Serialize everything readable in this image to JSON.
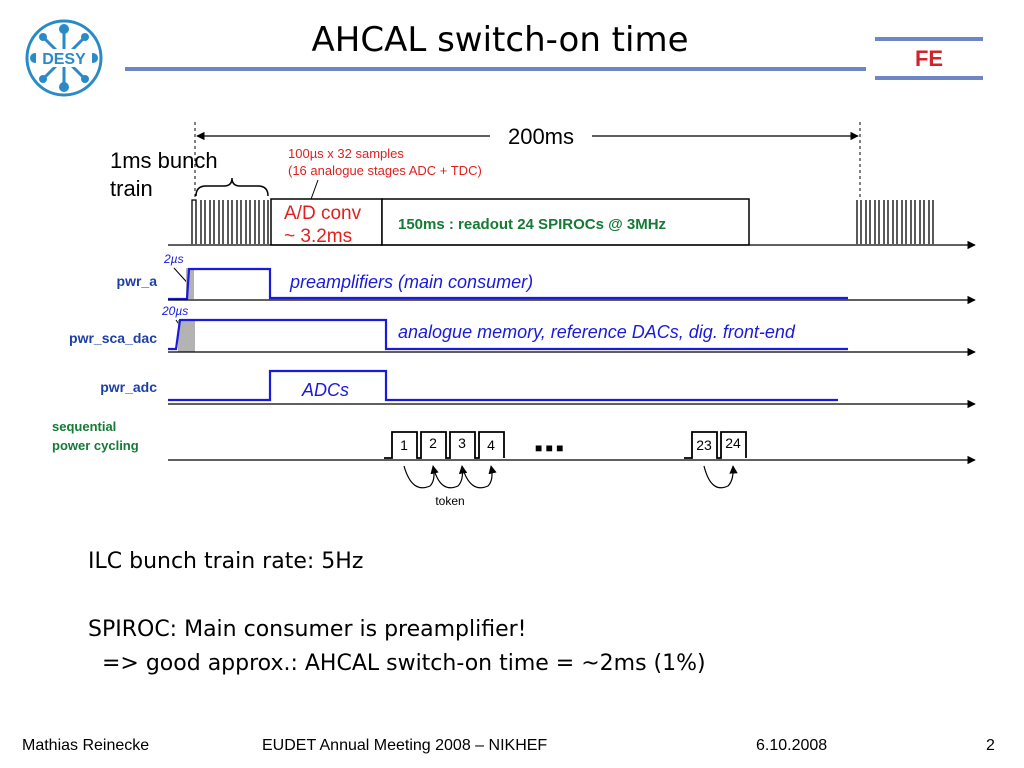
{
  "header": {
    "title": "AHCAL switch-on time",
    "logo_text": "DESY",
    "corner_label": "FE",
    "colors": {
      "rule": "#6f86c6",
      "fe": "#d2232a",
      "logo": "#2a8ac8"
    }
  },
  "diagram": {
    "period_label": "200ms",
    "bunch_label_line1": "1ms bunch",
    "bunch_label_line2": "train",
    "samples_line1": "100µs x 32 samples",
    "samples_line2": "(16 analogue stages  ADC + TDC)",
    "adconv_line1": "A/D conv",
    "adconv_line2": "~ 3.2ms",
    "readout_label": "150ms : readout 24 SPIROCs @ 3MHz",
    "t_2us": "2µs",
    "t_20us": "20µs",
    "signals": [
      {
        "name": "pwr_a",
        "description": "preamplifiers (main consumer)"
      },
      {
        "name": "pwr_sca_dac",
        "description": "analogue memory, reference DACs, dig. front-end"
      },
      {
        "name": "pwr_adc",
        "description": "ADCs"
      }
    ],
    "sequential_line1": "sequential",
    "sequential_line2": "power cycling",
    "chips": [
      "1",
      "2",
      "3",
      "4",
      "23",
      "24"
    ],
    "ellipsis": "■  ■  ■",
    "token_label": "token",
    "colors": {
      "signal": "#1a1adc",
      "red": "#e0201e",
      "green": "#157a35",
      "label_blue": "#1c3fa8",
      "gray": "#b3b3b3"
    }
  },
  "body": {
    "line1": "ILC bunch train rate: 5Hz",
    "line2": "SPIROC: Main consumer is preamplifier!",
    "line3": "  => good approx.: AHCAL switch-on time = ~2ms (1%)"
  },
  "footer": {
    "author": "Mathias Reinecke",
    "event": "EUDET Annual Meeting 2008 – NIKHEF",
    "date": "6.10.2008",
    "page": "2"
  }
}
